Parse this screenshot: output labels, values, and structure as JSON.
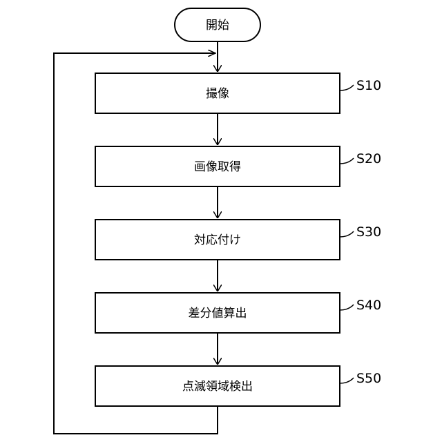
{
  "flowchart": {
    "start": {
      "label": "開始"
    },
    "steps": [
      {
        "id": "S10",
        "label": "撮像"
      },
      {
        "id": "S20",
        "label": "画像取得"
      },
      {
        "id": "S30",
        "label": "対応付け"
      },
      {
        "id": "S40",
        "label": "差分値算出"
      },
      {
        "id": "S50",
        "label": "点滅領域検出"
      }
    ],
    "loop": "back-to-first-step"
  }
}
